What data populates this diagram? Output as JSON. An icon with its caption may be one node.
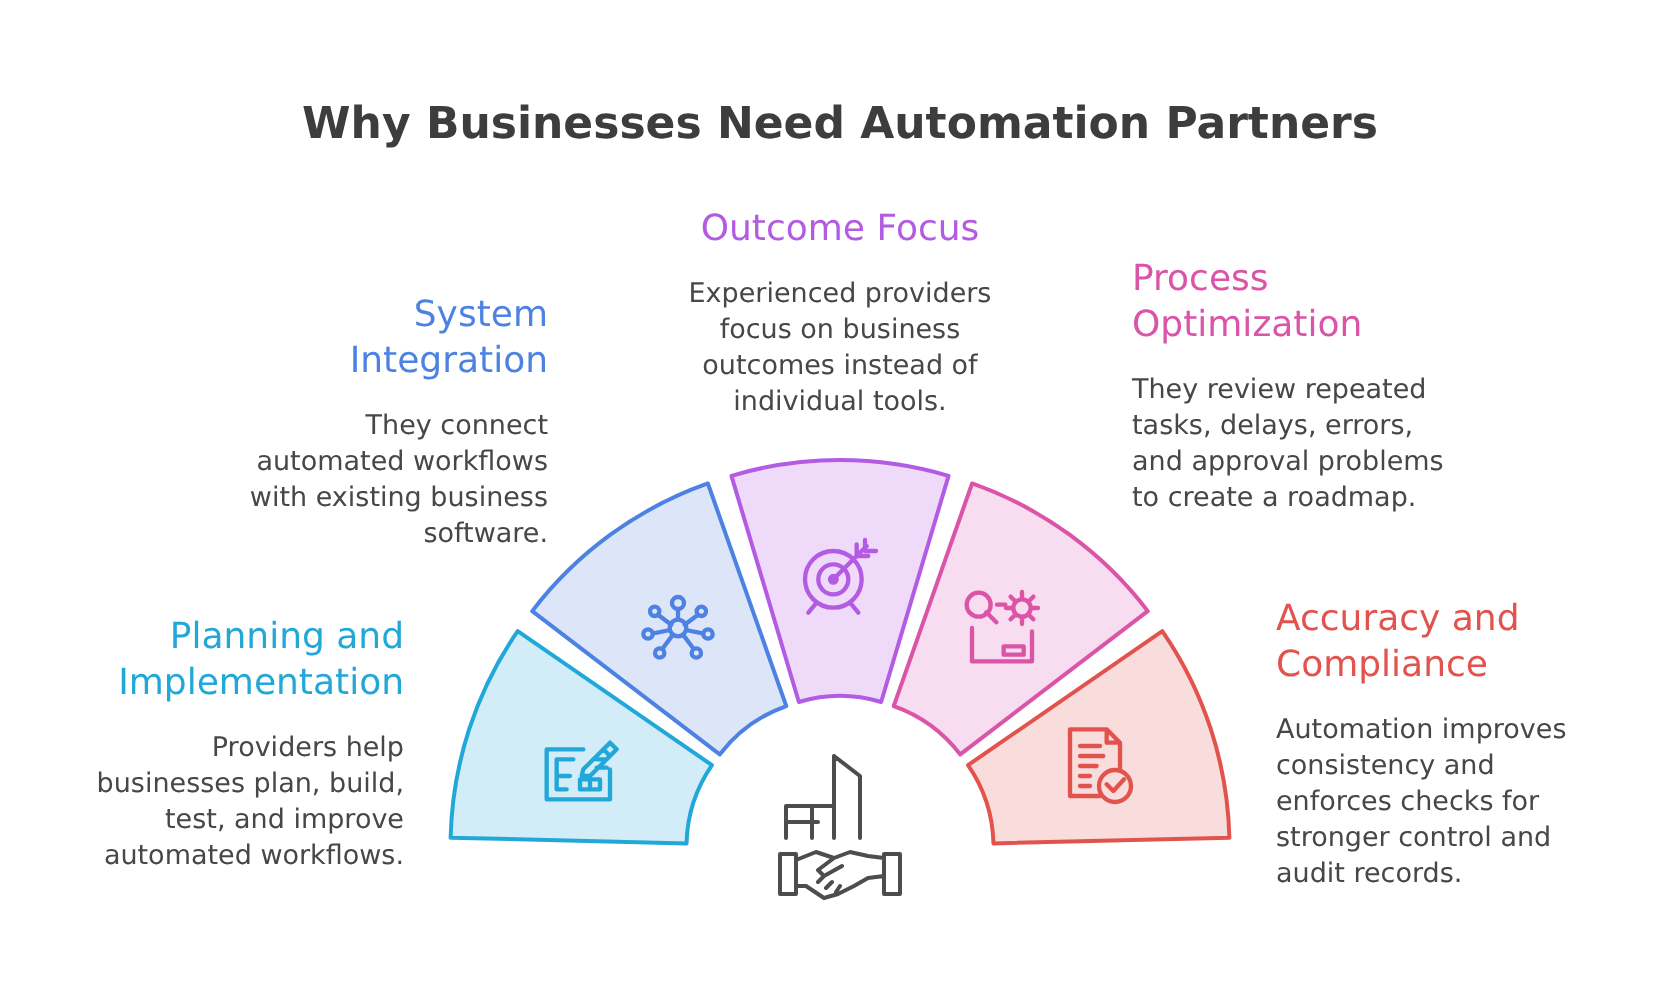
{
  "diagram": {
    "title": "Why Businesses Need Automation Partners",
    "nodes": [
      {
        "text": [
          "Planning and Implementation",
          "Providers help businesses plan, build, test, and improve automated workflows."
        ]
      },
      {
        "text": [
          "System Integration",
          "They connect automated workflows with existing business software."
        ]
      },
      {
        "text": [
          "Outcome Focus",
          "Experienced providers focus on business outcomes instead of individual tools."
        ]
      },
      {
        "text": [
          "Process Optimization",
          "They review repeated tasks, delays, errors, and approval problems to create a roadmap."
        ]
      },
      {
        "text": [
          "Accuracy and Compliance",
          "Automation improves consistency and enforces checks for stronger control and audit records."
        ]
      }
    ]
  }
}
